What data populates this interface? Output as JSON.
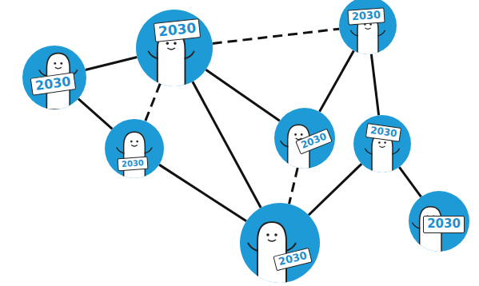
{
  "diagram": {
    "nodes": [
      {
        "text": [
          "2030"
        ]
      },
      {
        "text": [
          "2030"
        ]
      },
      {
        "text": [
          "2030"
        ]
      },
      {
        "text": [
          "2030"
        ]
      },
      {
        "text": [
          "2030"
        ]
      },
      {
        "text": [
          "2030"
        ]
      },
      {
        "text": [
          "2030"
        ]
      },
      {
        "text": [
          "2030"
        ]
      }
    ],
    "edges": [
      {
        "from": 2,
        "to": 1,
        "arrow": "none"
      },
      {
        "from": 2,
        "to": 5,
        "arrow": "none"
      },
      {
        "from": 1,
        "to": 5,
        "arrow": "none"
      },
      {
        "from": 1,
        "to": 0,
        "arrow": "none"
      },
      {
        "from": 1,
        "to": 3,
        "arrow": "none"
      },
      {
        "from": 1,
        "to": 7,
        "arrow": "none"
      },
      {
        "from": 5,
        "to": 7,
        "arrow": "none"
      },
      {
        "from": 3,
        "to": 7,
        "arrow": "none"
      },
      {
        "from": 3,
        "to": 0,
        "arrow": "none"
      },
      {
        "from": 0,
        "to": 4,
        "arrow": "none"
      },
      {
        "from": 4,
        "to": 7,
        "arrow": "none"
      },
      {
        "from": 4,
        "to": 6,
        "arrow": "none"
      }
    ]
  }
}
